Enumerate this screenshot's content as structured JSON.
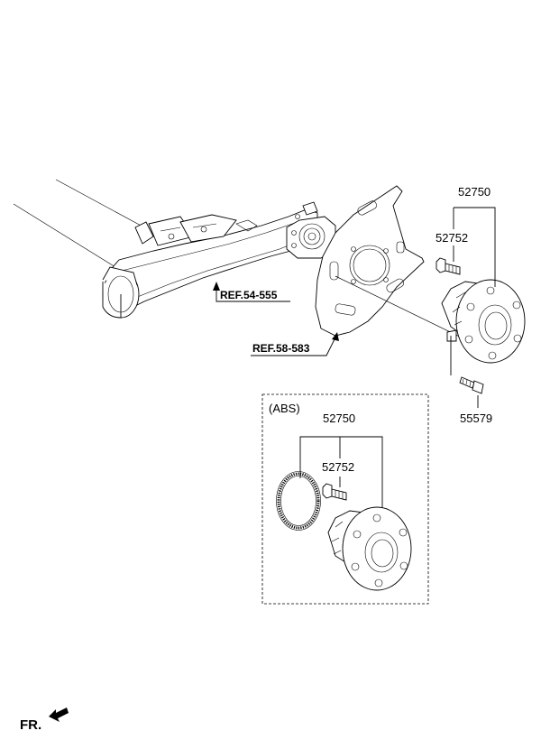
{
  "labels": {
    "hub_assembly": "52750",
    "hub_bolt": "52752",
    "screw": "55579",
    "ref_axle": "REF.54-555",
    "ref_brake": "REF.58-583",
    "abs_box_title": "(ABS)",
    "abs_hub_assembly": "52750",
    "abs_hub_bolt": "52752",
    "front_marker": "FR."
  }
}
